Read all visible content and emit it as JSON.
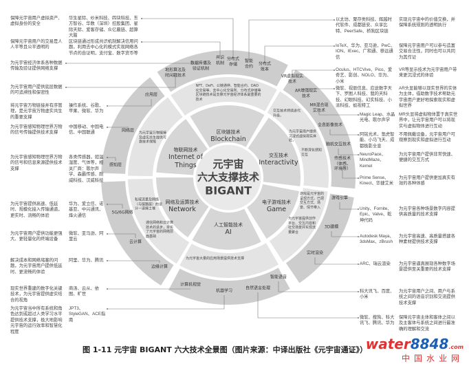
{
  "center": {
    "line1": "元宇宙",
    "line2": "六大支撑技术",
    "line3": "BIGANT"
  },
  "six": [
    {
      "cn": "区块链技术",
      "en": "Blockchain"
    },
    {
      "cn": "交互技术",
      "en": "Interactivity"
    },
    {
      "cn": "电子游戏技术",
      "en": "Game"
    },
    {
      "cn": "人工智能技术",
      "en": "AI"
    },
    {
      "cn": "网络及运算技术",
      "en": "Network"
    },
    {
      "cn": "物联网技术",
      "en": "Internet of Things"
    }
  ],
  "descriptions": [
    "NFT、DeFi、公链通停、智能合约、DAO化交易等、去中心化交易所、分布式存储等区块链技术是支撑元宇宙经济体系最重要的技术",
    "交互技术持续迭代升级，",
    "为元宇宙用户提供沉浸式虚拟现实体验，",
    "不断深化感知交互",
    "游戏是元宇宙的呈现方式，已把交互方式、场景、情节带入",
    "为元宇宙提供创作平台、交互内容和社交场景并实现流量聚合",
    "为元宇宙大量的应用场景提供技术支撑",
    "通信网络和云计算技术的进步，夯实了元宇宙的网络层面基础",
    "私域流量及网络（与链路层）的设计一道接土壤",
    "为元宇宙万物链接及虚实共生提供可靠技术保障"
  ],
  "outer_labels": [
    "地形算法及时间戳技术",
    "数据传播及验证机制",
    "共识机制",
    "分布式存储",
    "智能合约",
    "分布式账本",
    "VR虚拟现实技术",
    "AR增强现实技术",
    "MR混合现实技术",
    "全息影像技术",
    "脑机交互技术",
    "传感技术（体感、环境等）",
    "游戏引擎",
    "3D建模",
    "实时渲染",
    "智能语音",
    "自然语言处理",
    "机器学习",
    "计算机视觉",
    "边缘计算",
    "云计算",
    "5G/6G网络",
    "感知层",
    "网络层",
    "应用层"
  ],
  "left_rows": [
    {
      "purpose": "保障元宇宙用户虚拟资产、虚拟身份的安全",
      "companies": "华生星际、纱米科技、四块科技、东方智谷、华数（深圳）控股集团、星际天际、爱客存储、众亿晨链、超算大脑"
    },
    {
      "purpose": "保障元宇宙用户的交易是人人平等且公平透明的",
      "companies": "区块链通过形成共识机制解决信用问题，利用去中心化的模式实现网络各节点的自证明，支付宝、数字货币等"
    },
    {
      "purpose": "为元宇宙经济体系各种数据传输及验证提供网络支撑",
      "companies": ""
    },
    {
      "purpose": "为元宇宙用户提供底层数据的可追溯性和保密性",
      "companies": ""
    },
    {
      "purpose": "将元宇宙万物链接并有序管理，是元宇宙万物虚实共生的重要支撑",
      "companies": "操作系统、谷歌、苹果、微软、华为"
    },
    {
      "purpose": "为元宇宙感知物理世界万物的信号传输提供技术支撑",
      "companies": "中国移动、中国电信、中国联通"
    },
    {
      "purpose": "为元宇宙感知物理世界万物的信号和信息来源提供技术支撑",
      "companies": "各类传感器，如温湿度、气体等，相关厂商：歌尔声学、森霸传感、耐威科技、汉威科技"
    },
    {
      "purpose": "为元宇宙提供高速、低延时、规模化接入传输通道，更实时、流畅的体验",
      "companies": "华为、爱立信、诺基亚、中兴通讯、烽火通信"
    },
    {
      "purpose": "为元宇宙用户提供功能更强大、更轻量化的终端设备",
      "companies": "微软、亚马逊、阿里云"
    },
    {
      "purpose": "解决成本和网络堵塞的问题，为元宇宙用户提供低延时、更流畅的体验",
      "companies": "阿里、华为、腾讯"
    },
    {
      "purpose": "现实世界重建的数字化关键技术，为元宇宙提供虚实结合的视角",
      "companies": "商汤、云从、依图、旷世"
    },
    {
      "purpose": "为元宇宙当中所有系统和角色达到或超过人类学习水平提供技术支撑，极大地影响元宇宙的运行效率和智慧化程度",
      "companies": "JPT3、StyleGAN、ACE指南"
    }
  ],
  "right_rows": [
    {
      "companies": "以太坊、聚存类科技、辉越时代软件、成都链安、众享比特、PeerSafe、桥狗区块链",
      "purpose": "实现元宇宙中的价值交换，并保障系统规则的透明执行"
    },
    {
      "companies": "IoTeX、华为、亚马逊、PwC、ION、IExec、广和通、移远通信",
      "purpose": "保障元宇宙用户可以参与造富交易合法性，同时也可以共同为其作证"
    },
    {
      "companies": "Oculus、HTCVive、Pico、爱奇艺、影创、NOLO、华为、小米",
      "purpose": "VR等显示技术为元宇宙用户带来更沉浸式的体验"
    },
    {
      "companies": "微软、视辰信息、应途数字天下、罗图人科技、我的天科技、幻眼科技、幻实科技、小派科技、蚁视特工",
      "purpose": "AR头显能够以现实世界的实体为主体，借助数字技术帮助元宇宙用户更好地探索现实和虚拟世界"
    },
    {
      "companies": "Magic Leap、水晶光电、歌尔声学",
      "purpose": "MR头显将虚拟物体置于真实世界中，让元宇宙用户可以将现实与虚拟物体进行互动"
    },
    {
      "companies": "阿铭光术、氢虎智能、小马飞天、成都极影全息",
      "purpose": "不用佩戴设备，元宇宙用户可观察到现实和虚拟进行互动"
    },
    {
      "companies": "NeuroPace、MindMaze、Kernel",
      "purpose": "为元宇宙用户提供非常快速、便捷的交互方式"
    },
    {
      "companies": "Prime Sense、Kinect、华捷艾米",
      "purpose": "为元宇宙用户提供更加真实有效的各种体感"
    },
    {
      "companies": "Unity、Fornite、Epic、Valve、乾坤代码",
      "purpose": "为元宇宙各种场景数字内容提供高质量的技术支撑"
    },
    {
      "companies": "Autodesk Maya、3dsMax、zBrush",
      "purpose": "为元宇宙高速、高质量搭建各种素材提供技术支撑"
    },
    {
      "companies": "ARC、瑞云渲染",
      "purpose": "为元宇宙逼真展现各种数字场景提供至关重要的技术支撑"
    },
    {
      "companies": "科大讯飞、百度、小米",
      "purpose": "为元宇宙用户之间、用户与系统之间的语音识别和交流提供技术支撑"
    },
    {
      "companies": "微软、搜狗、科大讯飞、腾讯、华为",
      "purpose": "保障元宇宙主体和客体之间以及主客体与系统之间进行最准确的理解和交流"
    }
  ],
  "caption": "图 1-11   元宇宙 BIGANT 六大技术全景图（图片来源：中译出版社《元宇宙通证》）",
  "watermark": {
    "brand_a": "water",
    "brand_b": "8848",
    "suffix": ".com",
    "cn": "中国水业网"
  },
  "colors": {
    "core": "#e9e9e9",
    "six_ring": "#d6d6d6",
    "desc_ring": "#e4e4e4",
    "outer_ring": "#cdcdcd",
    "line": "#777777"
  }
}
